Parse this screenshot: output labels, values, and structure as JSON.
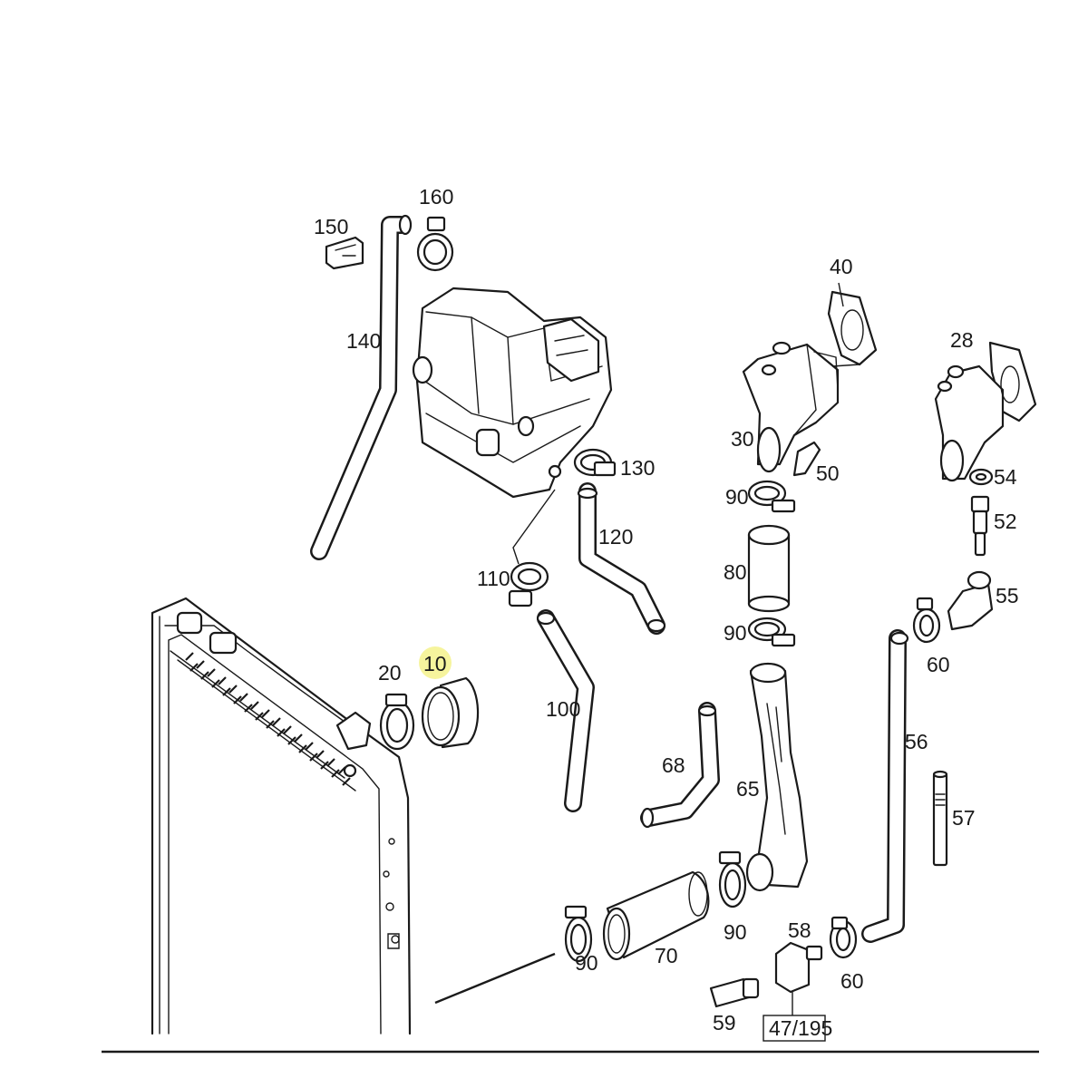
{
  "callouts": {
    "c10": "10",
    "c20": "20",
    "c28": "28",
    "c30": "30",
    "c40": "40",
    "c50": "50",
    "c52": "52",
    "c54": "54",
    "c55": "55",
    "c56": "56",
    "c57": "57",
    "c58": "58",
    "c59": "59",
    "c60a": "60",
    "c60b": "60",
    "c65": "65",
    "c68": "68",
    "c70": "70",
    "c80": "80",
    "c90a": "90",
    "c90b": "90",
    "c90c": "90",
    "c90d": "90",
    "c100": "100",
    "c110": "110",
    "c120": "120",
    "c130": "130",
    "c140": "140",
    "c150": "150",
    "c160": "160",
    "c47": "47/195"
  },
  "highlight": {
    "callout": "10",
    "color": "#f4f28c"
  }
}
